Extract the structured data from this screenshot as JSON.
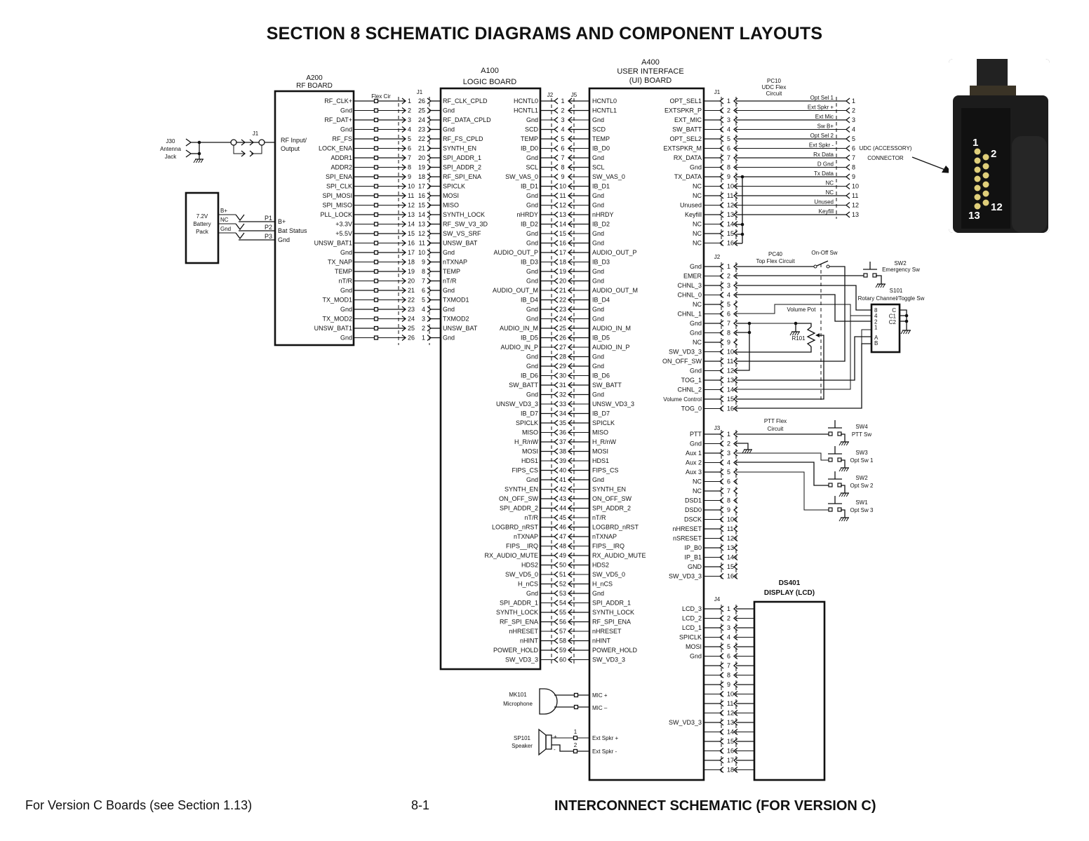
{
  "page": {
    "title": "SECTION 8   SCHEMATIC DIAGRAMS AND COMPONENT LAYOUTS",
    "footer_left": "For Version C Boards (see Section 1.13)",
    "footer_page": "8-1",
    "footer_right": "INTERCONNECT SCHEMATIC (FOR VERSION C)"
  },
  "a200": {
    "ref": "A200",
    "name": "RF BOARD",
    "rf_io_label": "RF Input/ Output",
    "pins_right": [
      "RF_CLK+",
      "Gnd",
      "RF_DAT+",
      "Gnd",
      "RF_FS",
      "LOCK_ENA",
      "ADDR1",
      "ADDR2",
      "SPI_ENA",
      "SPI_CLK",
      "SPI_MOSI",
      "SPI_MISO",
      "PLL_LOCK",
      "+3.3V",
      "+5.5V",
      "UNSW_BAT1",
      "Gnd",
      "TX_NAP",
      "TEMP",
      "nT/R",
      "Gnd",
      "TX_MOD1",
      "Gnd",
      "TX_MOD2",
      "UNSW_BAT1",
      "Gnd"
    ],
    "power_pins": [
      {
        "p": "P1",
        "label": "B+"
      },
      {
        "p": "P2",
        "label": "Bat Status"
      },
      {
        "p": "P3",
        "label": "Gnd"
      }
    ]
  },
  "antenna": {
    "ref": "J30",
    "label": "Antenna Jack",
    "connector": "J1"
  },
  "battery": {
    "label": "7.2V Battery Pack",
    "pins": [
      "B+",
      "NC",
      "Gnd"
    ]
  },
  "flex_a200_a100": {
    "label": "Flex Cir",
    "connector": "J1",
    "left_numbers": [
      "1",
      "2",
      "3",
      "4",
      "5",
      "6",
      "7",
      "8",
      "9",
      "10",
      "11",
      "12",
      "13",
      "14",
      "15",
      "16",
      "17",
      "18",
      "19",
      "20",
      "21",
      "22",
      "23",
      "24",
      "25",
      "26"
    ],
    "right_numbers": [
      "26",
      "25",
      "24",
      "23",
      "22",
      "21",
      "20",
      "19",
      "18",
      "17",
      "16",
      "15",
      "14",
      "13",
      "12",
      "11",
      "10",
      "9",
      "8",
      "7",
      "6",
      "5",
      "4",
      "3",
      "2",
      "1"
    ]
  },
  "a100": {
    "ref": "A100",
    "name": "LOGIC BOARD",
    "pins_left": [
      "RF_CLK_CPLD",
      "Gnd",
      "RF_DATA_CPLD",
      "Gnd",
      "RF_FS_CPLD",
      "SYNTH_EN",
      "SPI_ADDR_1",
      "SPI_ADDR_2",
      "RF_SPI_ENA",
      "SPICLK",
      "MOSI",
      "MISO",
      "SYNTH_LOCK",
      "RF_SW_V3_3D",
      "SW_VS_SRF",
      "UNSW_BAT",
      "Gnd",
      "nTXNAP",
      "TEMP",
      "nT/R",
      "Gnd",
      "TXMOD1",
      "Gnd",
      "TXMOD2",
      "UNSW_BAT",
      "Gnd"
    ],
    "pins_right": [
      "HCNTL0",
      "HCNTL1",
      "Gnd",
      "SCD",
      "TEMP",
      "IB_D0",
      "Gnd",
      "SCL",
      "SW_VAS_0",
      "IB_D1",
      "Gnd",
      "Gnd",
      "nHRDY",
      "IB_D2",
      "Gnd",
      "Gnd",
      "AUDIO_OUT_P",
      "IB_D3",
      "Gnd",
      "Gnd",
      "AUDIO_OUT_M",
      "IB_D4",
      "Gnd",
      "Gnd",
      "AUDIO_IN_M",
      "IB_D5",
      "AUDIO_IN_P",
      "Gnd",
      "Gnd",
      "IB_D6",
      "SW_BATT",
      "Gnd",
      "UNSW_VD3_3",
      "IB_D7",
      "SPICLK",
      "MISO",
      "H_R/nW",
      "MOSI",
      "HDS1",
      "FIPS_CS",
      "Gnd",
      "SYNTH_EN",
      "ON_OFF_SW",
      "SPI_ADDR_2",
      "nT/R",
      "LOGBRD_nRST",
      "nTXNAP",
      "FIPS__IRQ",
      "RX_AUDIO_MUTE",
      "HDS2",
      "SW_VD5_0",
      "H_nCS",
      "Gnd",
      "SPI_ADDR_1",
      "SYNTH_LOCK",
      "RF_SPI_ENA",
      "nHRESET",
      "nHINT",
      "POWER_HOLD",
      "SW_VD3_3"
    ]
  },
  "j2j5": {
    "left": "J2",
    "right": "J5"
  },
  "a400": {
    "ref": "A400",
    "name_line1": "USER INTERFACE",
    "name_line2": "(UI) BOARD",
    "pins_left": [
      "HCNTL0",
      "HCNTL1",
      "Gnd",
      "SCD",
      "TEMP",
      "IB_D0",
      "Gnd",
      "SCL",
      "SW_VAS_0",
      "IB_D1",
      "Gnd",
      "Gnd",
      "nHRDY",
      "IB_D2",
      "Gnd",
      "Gnd",
      "AUDIO_OUT_P",
      "IB_D3",
      "Gnd",
      "Gnd",
      "AUDIO_OUT_M",
      "IB_D4",
      "Gnd",
      "Gnd",
      "AUDIO_IN_M",
      "IB_D5",
      "AUDIO_IN_P",
      "Gnd",
      "Gnd",
      "IB_D6",
      "SW_BATT",
      "Gnd",
      "UNSW_VD3_3",
      "IB_D7",
      "SPICLK",
      "MISO",
      "H_R/nW",
      "MOSI",
      "HDS1",
      "FIPS_CS",
      "Gnd",
      "SYNTH_EN",
      "ON_OFF_SW",
      "SPI_ADDR_2",
      "nT/R",
      "LOGBRD_nRST",
      "nTXNAP",
      "FIPS__IRQ",
      "RX_AUDIO_MUTE",
      "HDS2",
      "SW_VD5_0",
      "H_nCS",
      "Gnd",
      "SPI_ADDR_1",
      "SYNTH_LOCK",
      "RF_SPI_ENA",
      "nHRESET",
      "nHINT",
      "POWER_HOLD",
      "SW_VD3_3"
    ],
    "audio_pins": [
      "MIC +",
      "MIC –",
      "Ext Spkr +",
      "Ext Spkr -"
    ],
    "j1": {
      "label": "J1",
      "pins": [
        "OPT_SEL1",
        "EXTSPKR_P",
        "EXT_MIC",
        "SW_BATT",
        "OPT_SEL2",
        "EXTSPKR_M",
        "RX_DATA",
        "Gnd",
        "TX_DATA",
        "NC",
        "NC",
        "Unused",
        "Keyfill",
        "NC",
        "NC",
        "NC"
      ]
    },
    "j2": {
      "label": "J2",
      "pins": [
        "Gnd",
        "EMER",
        "CHNL_3",
        "CHNL_0",
        "NC",
        "CHNL_1",
        "Gnd",
        "Gnd",
        "NC",
        "SW_VD3_3",
        "ON_OFF_SW",
        "Gnd",
        "TOG_1",
        "CHNL_2",
        "Volume Control",
        "TOG_0"
      ]
    },
    "j3": {
      "label": "J3",
      "pins": [
        "PTT",
        "Gnd",
        "Aux 1",
        "Aux 2",
        "Aux 3",
        "NC",
        "NC",
        "DSD1",
        "DSD0",
        "DSCK",
        "nHRESET",
        "nSRESET",
        "IP_B0",
        "IP_B1",
        "GND",
        "SW_VD3_3"
      ]
    },
    "j4": {
      "label": "J4",
      "pins": [
        "LCD_3",
        "LCD_2",
        "LCD_1",
        "SPICLK",
        "MOSI",
        "Gnd",
        "",
        "",
        "",
        "",
        "",
        "",
        "SW_VD3_3",
        "",
        "",
        "",
        "",
        ""
      ]
    }
  },
  "pc10": {
    "title": [
      "PC10",
      "UDC Flex",
      "Circuit"
    ],
    "pins": [
      "Opt Sel 1",
      "Ext Spkr +",
      "Ext Mic",
      "Sw B+",
      "Opt Sel 2",
      "Ext Spkr -",
      "Rx Data",
      "D Gnd",
      "Tx Data",
      "NC",
      "NC",
      "Unused",
      "Keyfill"
    ]
  },
  "udc": {
    "label": "UDC (ACCESSORY) CONNECTOR",
    "pin_labels": [
      "1",
      "2",
      "12",
      "13"
    ]
  },
  "pc40": {
    "title": [
      "PC40",
      "Top Flex Circuit"
    ],
    "onoff": "On-Off Sw"
  },
  "sw2_emer": {
    "ref": "SW2",
    "label": "Emergency Sw"
  },
  "s101": {
    "ref": "S101",
    "label": "Rotary Channel/Toggle Sw",
    "left_pins": [
      "8",
      "4",
      "2",
      "1",
      "A",
      "B"
    ],
    "right_pins": [
      "C",
      "C1",
      "C2"
    ]
  },
  "volume": {
    "label": "Volume Pot",
    "ref": "R101"
  },
  "ptt_flex": {
    "title": [
      "PTT Flex",
      "Circuit"
    ]
  },
  "ptt_switches": [
    {
      "ref": "SW4",
      "label": "PTT Sw"
    },
    {
      "ref": "SW3",
      "label": "Opt Sw 1"
    },
    {
      "ref": "SW2",
      "label": "Opt Sw 2"
    },
    {
      "ref": "SW1",
      "label": "Opt Sw 3"
    }
  ],
  "ds401": {
    "ref": "DS401",
    "name": "DISPLAY (LCD)"
  },
  "mic": {
    "ref": "MK101",
    "label": "Microphone"
  },
  "speaker": {
    "ref": "SP101",
    "label": "Speaker",
    "pin_numbers": [
      "1",
      "2"
    ]
  }
}
